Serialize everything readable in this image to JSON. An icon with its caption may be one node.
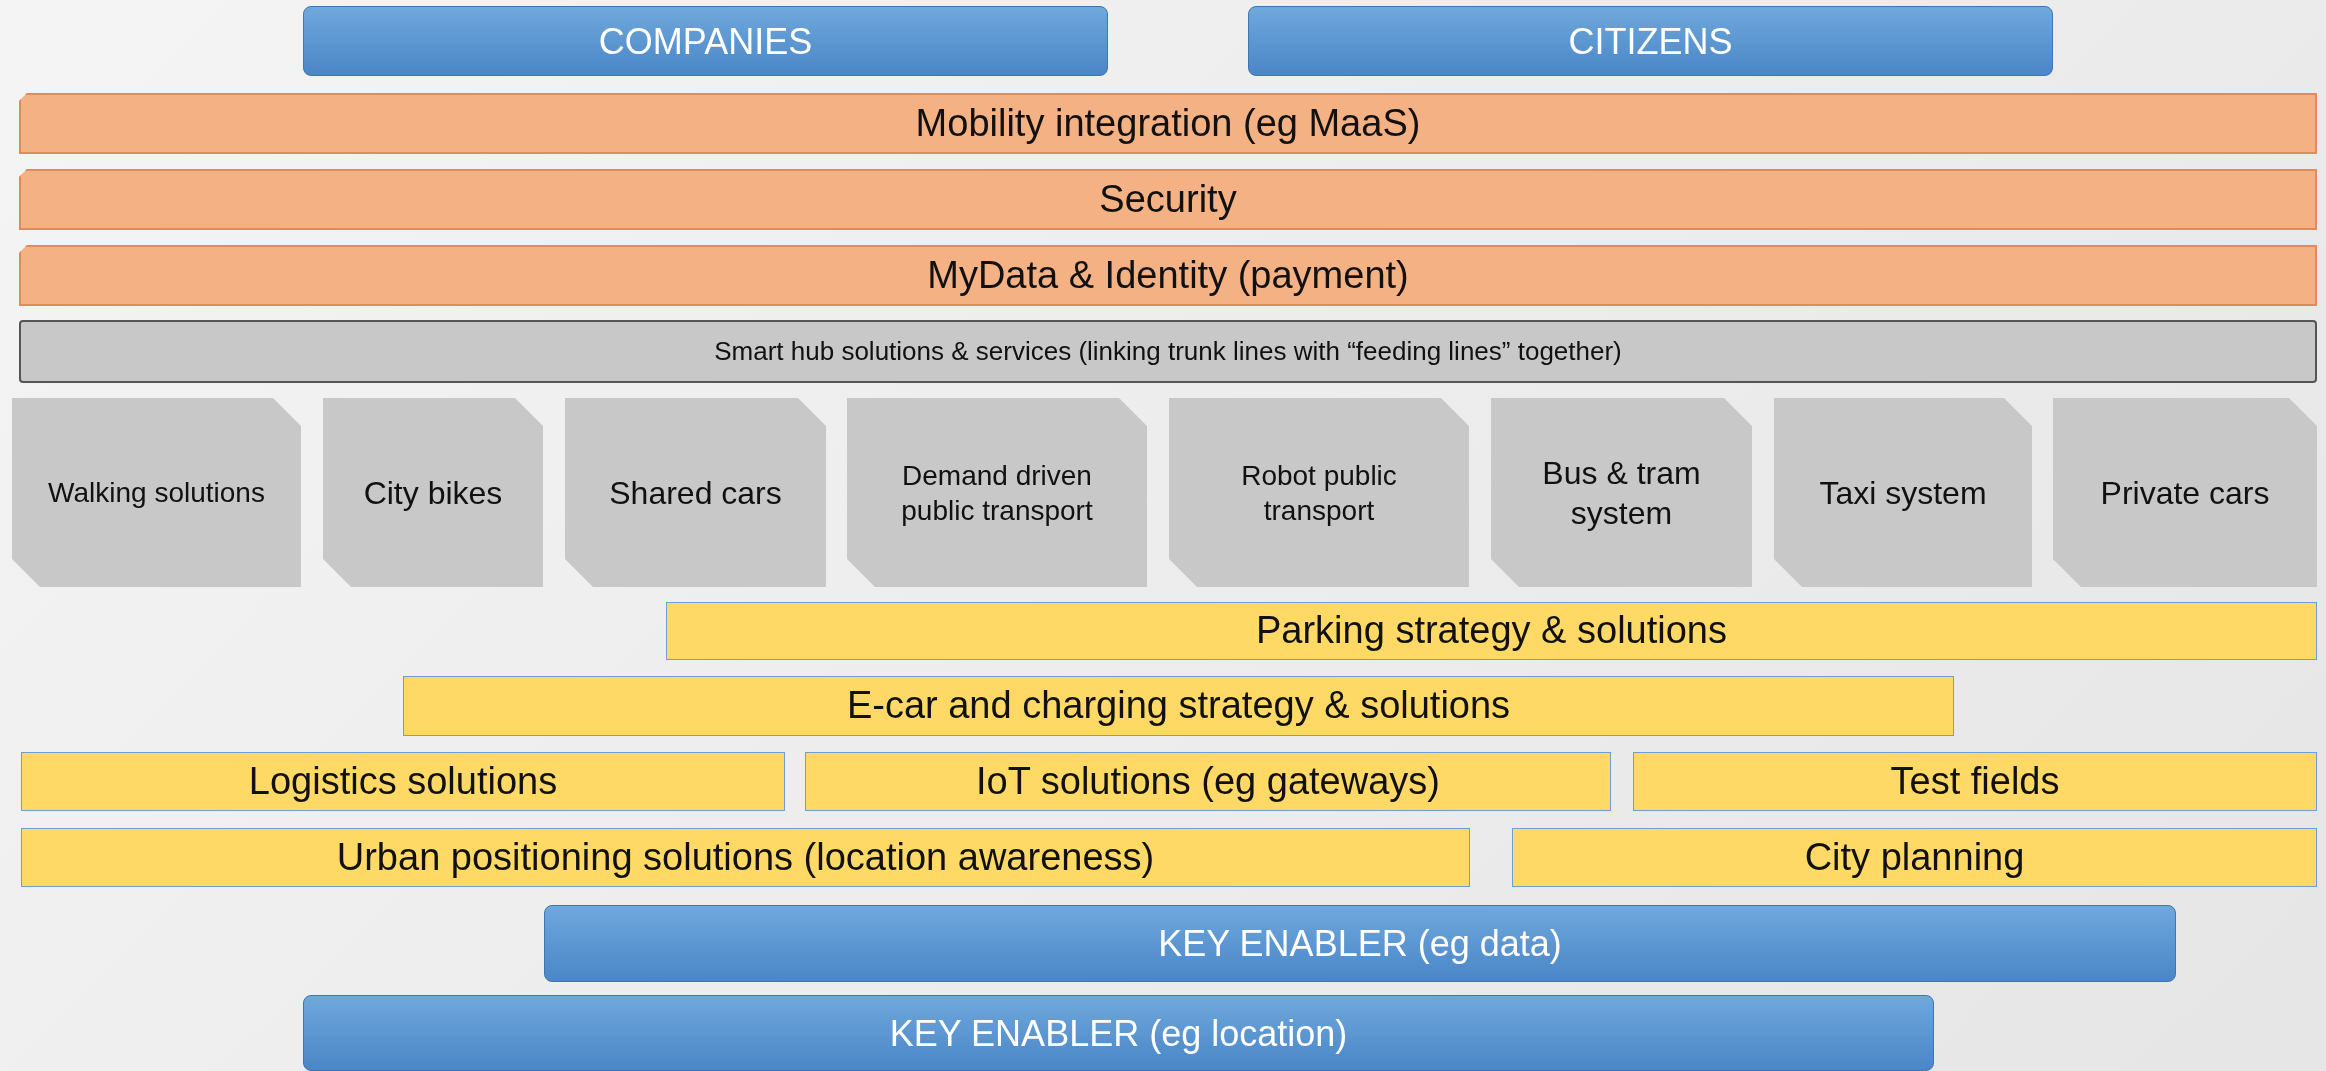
{
  "diagram": {
    "nodes": [
      {
        "text": [
          "COMPANIES"
        ]
      },
      {
        "text": [
          "CITIZENS"
        ]
      },
      {
        "text": [
          "Mobility integration (eg MaaS)"
        ]
      },
      {
        "text": [
          "Security"
        ]
      },
      {
        "text": [
          "MyData & Identity (payment)"
        ]
      },
      {
        "text": [
          "Smart hub solutions & services (linking trunk lines with “feeding lines” together)"
        ]
      },
      {
        "text": [
          "Walking solutions"
        ]
      },
      {
        "text": [
          "City bikes"
        ]
      },
      {
        "text": [
          "Shared cars"
        ]
      },
      {
        "text": [
          "Demand driven public transport"
        ]
      },
      {
        "text": [
          "Robot public transport"
        ]
      },
      {
        "text": [
          "Bus & tram system"
        ]
      },
      {
        "text": [
          "Taxi system"
        ]
      },
      {
        "text": [
          "Private cars"
        ]
      },
      {
        "text": [
          "Parking strategy & solutions"
        ]
      },
      {
        "text": [
          "E-car and charging strategy & solutions"
        ]
      },
      {
        "text": [
          "Logistics solutions"
        ]
      },
      {
        "text": [
          "IoT solutions (eg gateways)"
        ]
      },
      {
        "text": [
          "Test fields"
        ]
      },
      {
        "text": [
          "Urban positioning solutions (location awareness)"
        ]
      },
      {
        "text": [
          "City planning"
        ]
      },
      {
        "text": [
          "KEY ENABLER (eg data)"
        ]
      },
      {
        "text": [
          "KEY ENABLER (eg location)"
        ]
      }
    ]
  }
}
